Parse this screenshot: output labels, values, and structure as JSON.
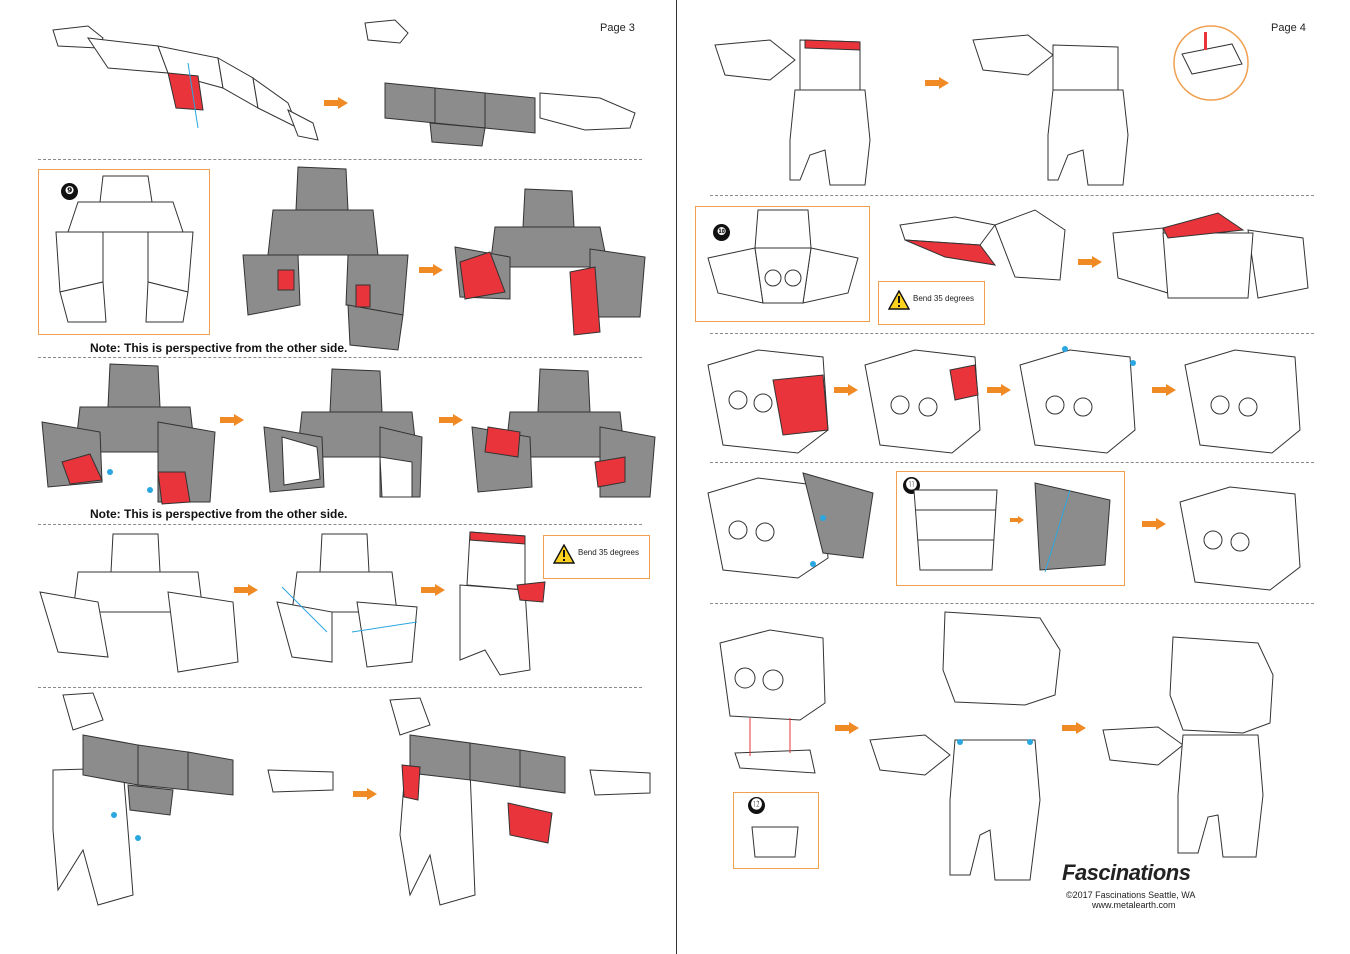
{
  "pages": {
    "left": {
      "label": "Page 3"
    },
    "right": {
      "label": "Page 4"
    }
  },
  "notes": {
    "perspective_1": "Note: This is perspective from the other side.",
    "perspective_2": "Note: This is perspective from the other side."
  },
  "steps": {
    "s9": "❾",
    "s10": "❿",
    "s11": "⓫",
    "s12": "⓬"
  },
  "warnings": {
    "bend_left": "Bend 35 degrees",
    "bend_right": "Bend 35 degrees"
  },
  "icons": {
    "warning": "warning-triangle-icon",
    "arrow": "orange-arrow-icon"
  },
  "colors": {
    "accent_orange": "#f08a24",
    "highlight_red": "#e8343a",
    "panel_gray": "#8c8c8c",
    "guide_blue": "#2aa6e0",
    "box_orange": "#f0a050"
  },
  "footer": {
    "brand": "Fascinations",
    "copyright": "©2017 Fascinations Seattle, WA",
    "website": "www.metalearth.com"
  }
}
